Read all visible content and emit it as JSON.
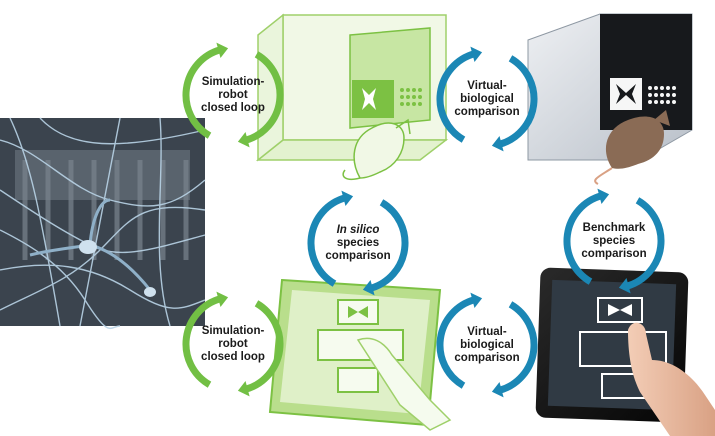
{
  "colors": {
    "green_loop": "#72bf44",
    "blue_loop": "#1b87b5",
    "sim_green": "#b9de8c",
    "sim_green_dark": "#7cc143",
    "neuron_bg": "#39424c",
    "neuron_line": "#a9c7dc"
  },
  "loops": {
    "top_left": {
      "line1": "Simulation-",
      "line2": "robot",
      "line3": "closed loop"
    },
    "top_mid": {
      "line1": "Virtual-",
      "line2": "biological",
      "line3": "comparison"
    },
    "center": {
      "line1_italic": "In silico",
      "line2": "species",
      "line3": "comparison"
    },
    "right": {
      "line1": "Benchmark",
      "line2": "species",
      "line3": "comparison"
    },
    "bottom_left": {
      "line1": "Simulation-",
      "line2": "robot",
      "line3": "closed loop"
    },
    "bottom_mid": {
      "line1": "Virtual-",
      "line2": "biological",
      "line3": "comparison"
    }
  },
  "icons": {
    "neuron_image": "neural-network-image",
    "sim_box": "virtual-operant-box-icon",
    "real_box": "operant-chamber-icon",
    "sim_tablet": "virtual-touchscreen-icon",
    "real_tablet": "touchscreen-tablet-icon"
  }
}
